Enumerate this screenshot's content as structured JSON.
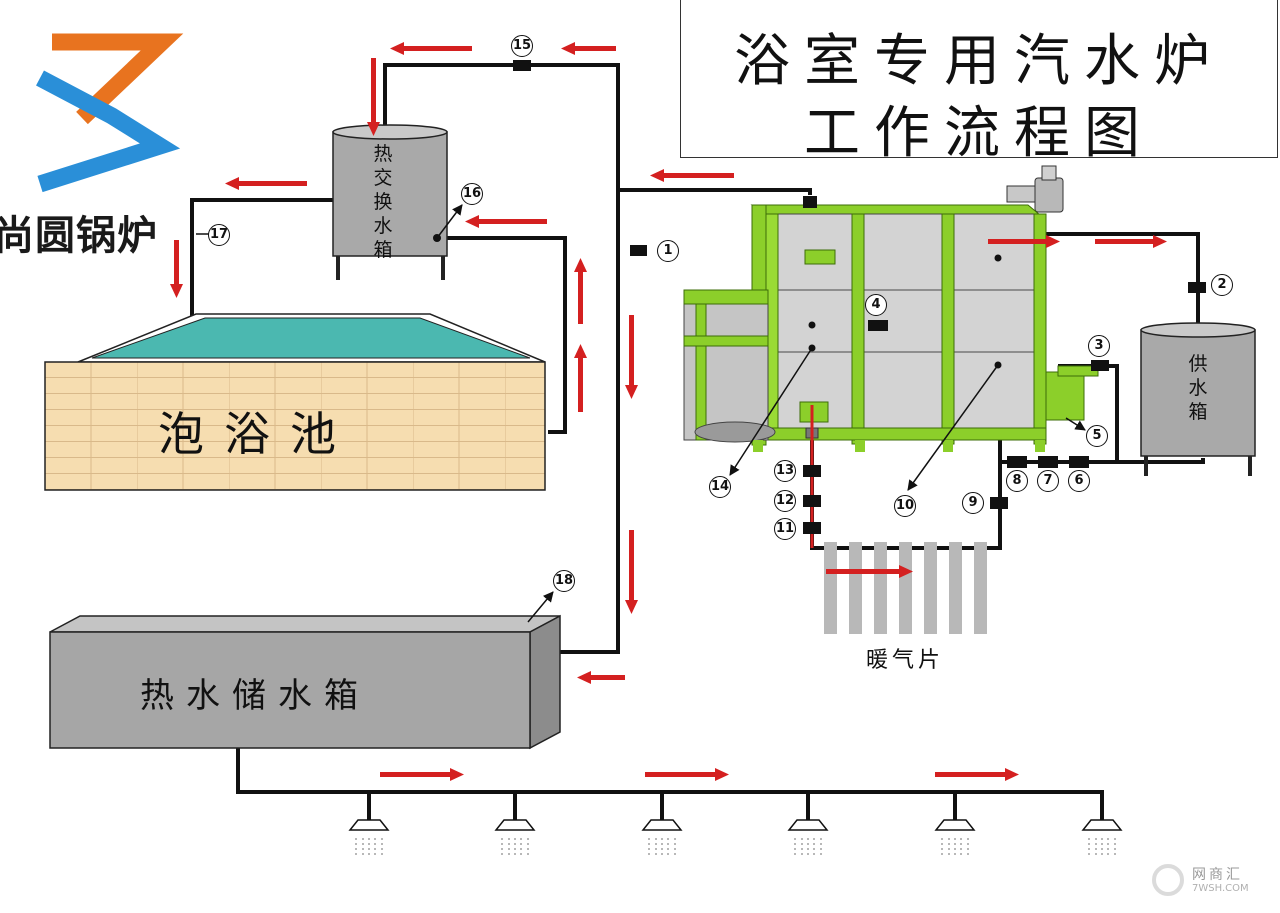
{
  "brand": {
    "name": "尚圆锅炉",
    "logo_colors": {
      "orange": "#e8731f",
      "blue": "#2a8fd8"
    }
  },
  "title": {
    "line1": "浴室专用汽水炉",
    "line2": "工作流程图"
  },
  "components": {
    "heat_exchange_tank": "热交换水箱",
    "bath_pool": "泡浴池",
    "water_supply_tank": "供水箱",
    "hot_water_storage_tank": "热水储水箱",
    "radiator": "暖气片"
  },
  "callouts": [
    "1",
    "2",
    "3",
    "4",
    "5",
    "6",
    "7",
    "8",
    "9",
    "10",
    "11",
    "12",
    "13",
    "14",
    "15",
    "16",
    "17",
    "18"
  ],
  "colors": {
    "pipe": "#111111",
    "flow_arrow": "#d42020",
    "boiler_frame": "#8ccf2a",
    "tank": "#a9a9a9",
    "pool_water": "#4bb8b0"
  },
  "watermark": {
    "text": "网商汇",
    "sub": "7WSH.COM"
  }
}
